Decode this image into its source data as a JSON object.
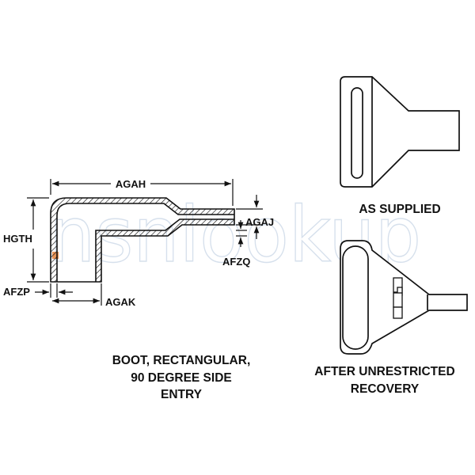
{
  "dimension_labels": {
    "agah": "AGAH",
    "hgth": "HGTH",
    "agaj": "AGAJ",
    "afzq": "AFZQ",
    "afzp": "AFZP",
    "agak": "AGAK"
  },
  "captions": {
    "boot_line1": "BOOT, RECTANGULAR,",
    "boot_line2": "90 DEGREE SIDE",
    "boot_line3": "ENTRY",
    "as_supplied": "AS SUPPLIED",
    "after_line1": "AFTER UNRESTRICTED",
    "after_line2": "RECOVERY"
  },
  "watermark": "nsnlookup",
  "colors": {
    "line": "#111111",
    "watermark": "#c9d6e6",
    "watermark_accent": "#e8843c"
  }
}
